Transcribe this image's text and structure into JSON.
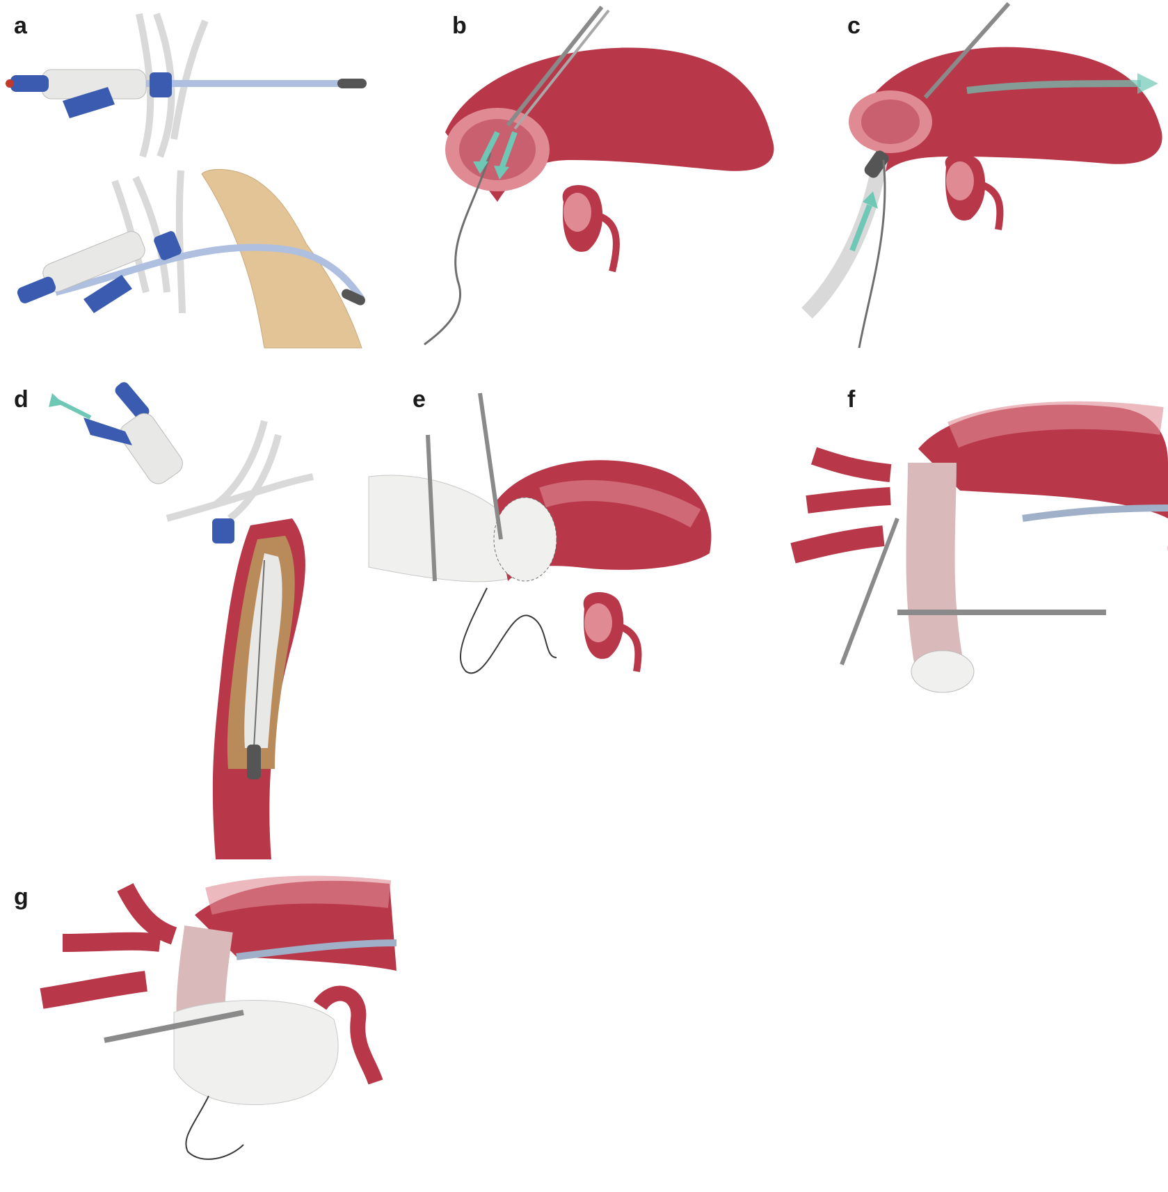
{
  "panels": [
    {
      "id": "a",
      "label": "a"
    },
    {
      "id": "b",
      "label": "b"
    },
    {
      "id": "c",
      "label": "c"
    },
    {
      "id": "d",
      "label": "d"
    },
    {
      "id": "e",
      "label": "e"
    },
    {
      "id": "f",
      "label": "f"
    },
    {
      "id": "g",
      "label": "g"
    }
  ],
  "colors": {
    "aorta_red": "#b8384a",
    "aorta_light": "#e08a94",
    "aorta_inner": "#f2c3c6",
    "graft_white": "#f0f0ee",
    "graft_line": "#c8c8c8",
    "blue_hub": "#3a5bb0",
    "blue_light": "#aebfe0",
    "teal_arrow": "#6fc7b6",
    "wire_gray": "#6e6e6e",
    "instrument_gray": "#8a8a8a",
    "hand_skin": "#e2c496",
    "thrombus_brown": "#b98a5a"
  },
  "icons": [
    "aortic-valve-inset-icon",
    "teal-arrow-icon",
    "forceps-icon",
    "clamp-icon"
  ]
}
